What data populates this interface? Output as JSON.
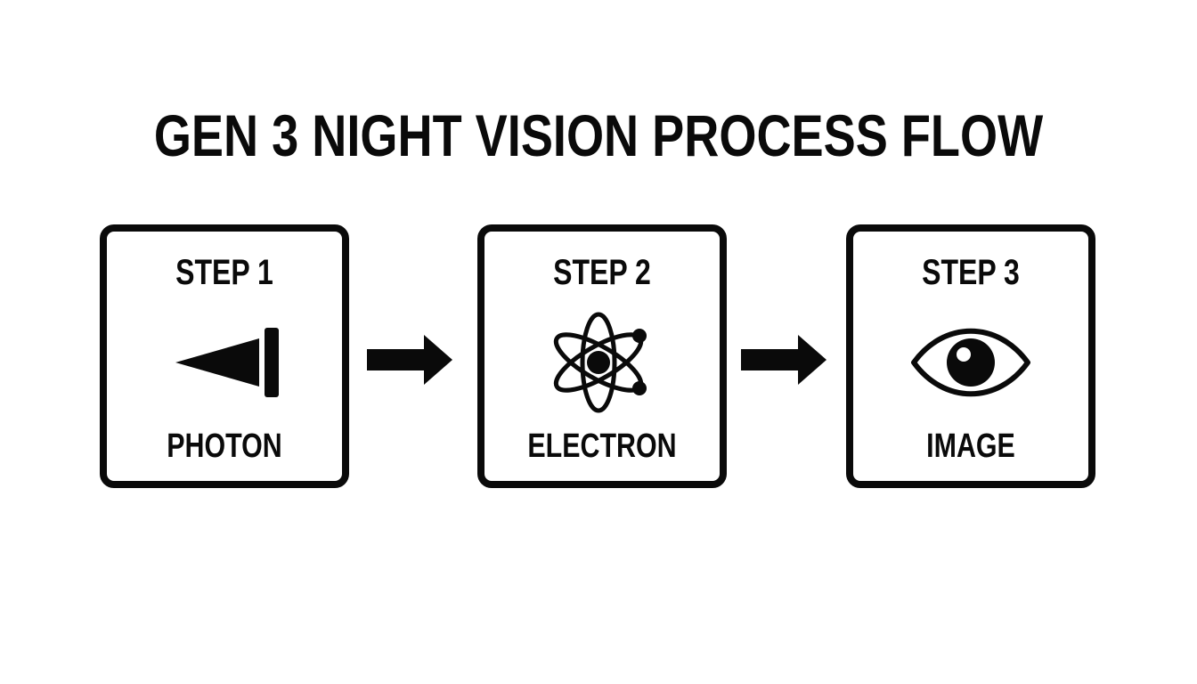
{
  "title": "GEN 3 NIGHT VISION PROCESS FLOW",
  "colors": {
    "foreground": "#0a0a0a",
    "background": "#ffffff"
  },
  "steps": [
    {
      "label": "STEP 1",
      "caption": "PHOTON",
      "icon": "photon-beam-icon"
    },
    {
      "label": "STEP 2",
      "caption": "ELECTRON",
      "icon": "atom-icon"
    },
    {
      "label": "STEP 3",
      "caption": "IMAGE",
      "icon": "eye-icon"
    }
  ],
  "connectors": [
    {
      "from": "STEP 1",
      "to": "STEP 2",
      "icon": "arrow-right-icon"
    },
    {
      "from": "STEP 2",
      "to": "STEP 3",
      "icon": "arrow-right-icon"
    }
  ]
}
